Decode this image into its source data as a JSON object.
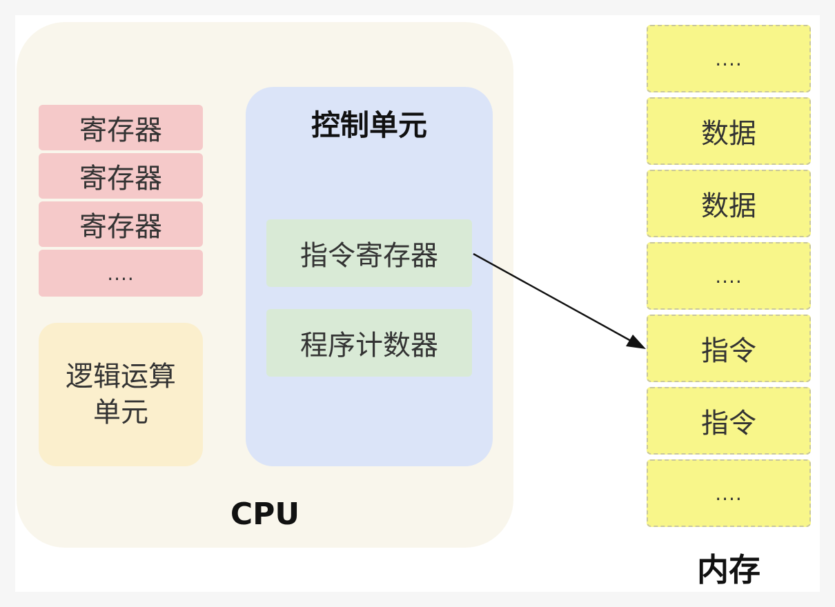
{
  "cpu": {
    "label": "CPU",
    "registers": [
      "寄存器",
      "寄存器",
      "寄存器",
      "...."
    ],
    "alu": "逻辑运算\n单元",
    "control_unit": {
      "title": "控制单元",
      "items": [
        "指令寄存器",
        "程序计数器"
      ]
    }
  },
  "memory": {
    "label": "内存",
    "cells": [
      "....",
      "数据",
      "数据",
      "....",
      "指令",
      "指令",
      "...."
    ]
  },
  "colors": {
    "cpu_bg": "#f9f6ec",
    "register": "#f5c9c9",
    "alu": "#fbefcd",
    "control_unit": "#dbe4f8",
    "control_item": "#d9ead6",
    "memory_cell": "#f8f68a"
  }
}
